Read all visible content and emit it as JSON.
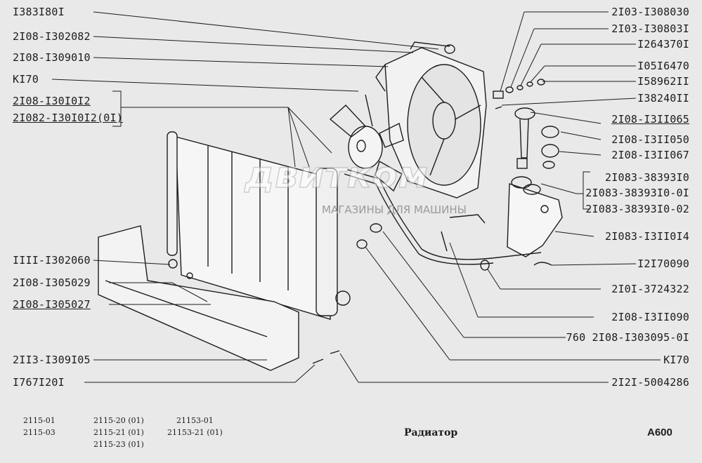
{
  "left_labels": [
    "I383I80I",
    "2I08-I302082",
    "2I08-I309010",
    "KI70",
    "2I08-I30I0I2",
    "2I082-I30I0I2(0I)",
    "IIII-I302060",
    "2I08-I305029",
    "2I08-I305027",
    "2II3-I309I05",
    "I767I20I"
  ],
  "right_labels": [
    "2I03-I308030",
    "2I03-I30803I",
    "I264370I",
    "I05I6470",
    "I58962II",
    "I38240II",
    "2I08-I3II065",
    "2I08-I3II050",
    "2I08-I3II067",
    "2I083-38393I0",
    "2I083-38393I0-0I",
    "2I083-38393I0-02",
    "2I083-I3II0I4",
    "I2I70090",
    "2I0I-3724322",
    "2I08-I3II090",
    "760  2I08-I303095-0I",
    "KI70",
    "2I2I-5004286"
  ],
  "footer": {
    "col1": [
      "2115-01",
      "2115-03"
    ],
    "col2": [
      "2115-20 (01)",
      "2115-21 (01)",
      "2115-23 (01)"
    ],
    "col3": [
      "21153-01",
      "21153-21 (01)"
    ]
  },
  "title": "Радиатор",
  "page_code": "A600",
  "watermark": {
    "brand": "двитком",
    "tagline": "МАГАЗИНЫ ДЛЯ МАШИНЫ"
  }
}
